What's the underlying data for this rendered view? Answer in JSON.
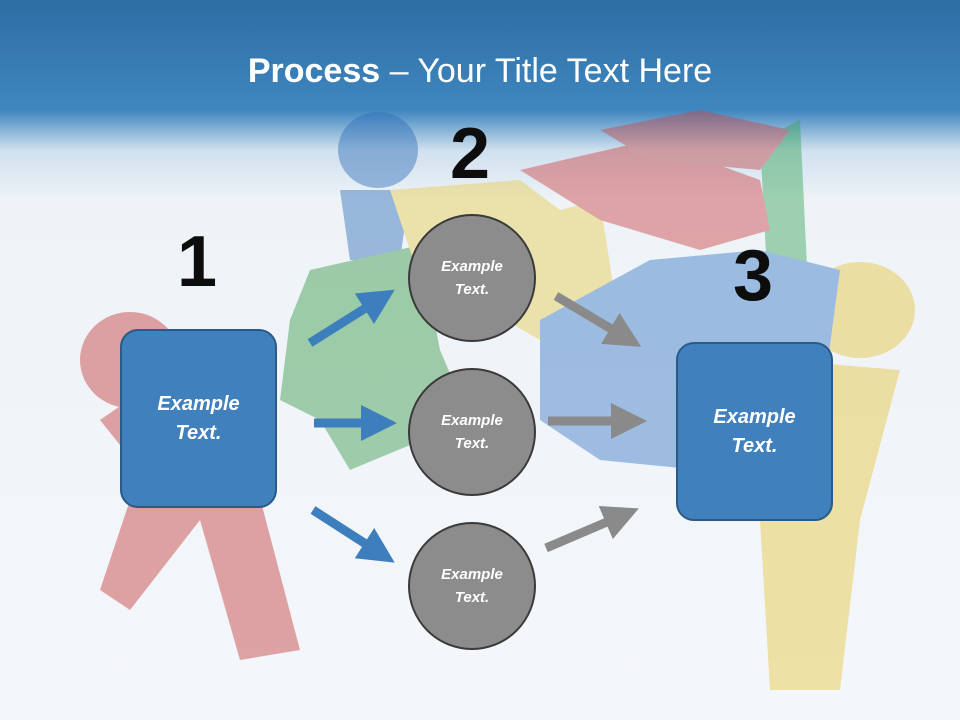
{
  "title": {
    "bold": "Process",
    "rest": " – Your Title Text Here"
  },
  "steps": {
    "n1": "1",
    "n2": "2",
    "n3": "3",
    "box1": {
      "line1": "Example",
      "line2": "Text."
    },
    "box3": {
      "line1": "Example",
      "line2": "Text."
    },
    "circles": [
      {
        "line1": "Example",
        "line2": "Text."
      },
      {
        "line1": "Example",
        "line2": "Text."
      },
      {
        "line1": "Example",
        "line2": "Text."
      }
    ]
  },
  "colors": {
    "header": "#2d6ea3",
    "box": "#3f80bd",
    "circle": "#8c8c8c",
    "arrow_blue": "#3d7fbd",
    "arrow_gray": "#8a8a8a"
  }
}
